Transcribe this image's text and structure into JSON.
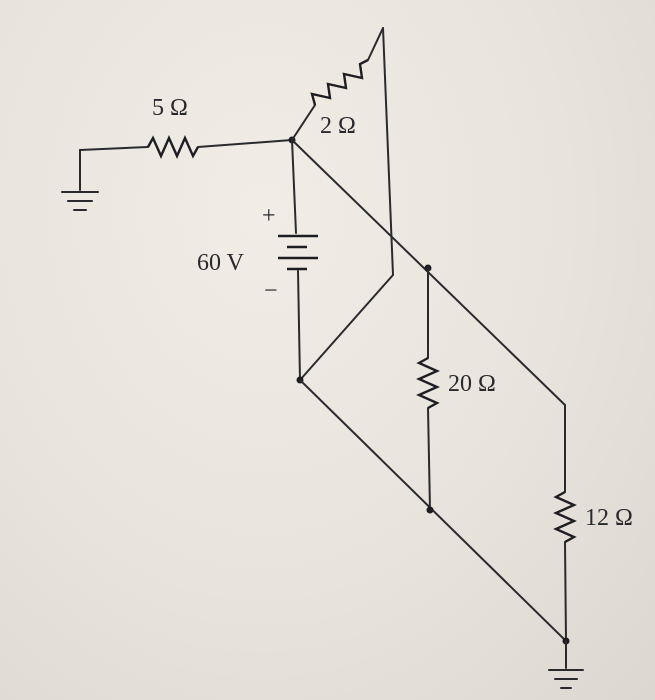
{
  "components": {
    "r5": {
      "label": "5 Ω"
    },
    "r2": {
      "label": "2 Ω"
    },
    "r20": {
      "label": "20 Ω"
    },
    "r12": {
      "label": "12 Ω"
    },
    "battery": {
      "label": "60 V",
      "plus": "+",
      "minus": "−"
    }
  },
  "colors": {
    "line": "#2a2a2e",
    "background": "#ece8e1"
  }
}
